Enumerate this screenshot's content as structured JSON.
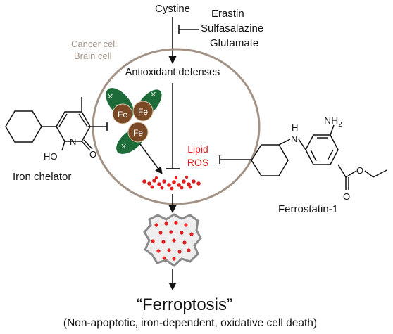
{
  "inputs": {
    "cystine": "Cystine",
    "inhibitors": [
      "Erastin",
      "Sulfasalazine",
      "Glutamate"
    ]
  },
  "cell": {
    "type_labels": [
      "Cancer cell",
      "Brain cell"
    ],
    "antioxidant_label": "Antioxidant defenses",
    "iron_label": "Fe",
    "lipid_ros_label": [
      "Lipid",
      "ROS"
    ],
    "membrane_color": "#a39386"
  },
  "iron_chelator": {
    "name": "Iron chelator",
    "atom_labels": {
      "N": "N",
      "O": "O",
      "HO": "HO"
    }
  },
  "ferrostatin": {
    "name": "Ferrostatin-1",
    "atom_labels": {
      "H": "H",
      "N": "N",
      "NH2": "NH",
      "NH2_sub": "2",
      "O1": "O",
      "O2": "O"
    }
  },
  "outcome": {
    "title": "“Ferroptosis”",
    "subtitle": "(Non-apoptotic, iron-dependent, oxidative cell death)"
  },
  "colors": {
    "ros_red": "#e02020",
    "leaf_green": "#1e6b3a",
    "fe_brown": "#7a4a26",
    "text": "#111111"
  },
  "icons": [
    "x-mark-icon",
    "arrow-down-icon",
    "inhibition-bar-icon"
  ]
}
